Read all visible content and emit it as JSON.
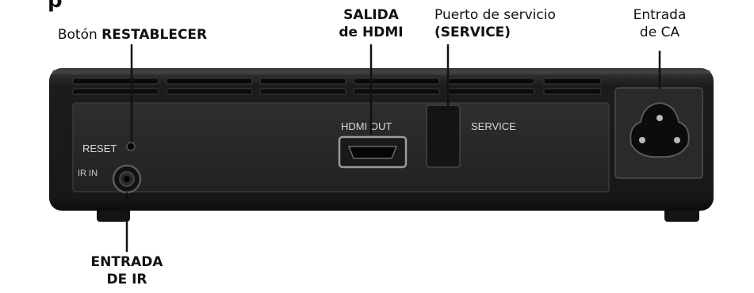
{
  "title_fragment": "p",
  "callouts": {
    "reset": {
      "prefix": "Botón ",
      "bold": "RESTABLECER"
    },
    "hdmi": {
      "line1": "SALIDA",
      "line2": "de HDMI"
    },
    "service": {
      "line1": "Puerto de servicio",
      "line2": "(SERVICE)"
    },
    "ac": {
      "line1": "Entrada",
      "line2": "de CA"
    },
    "ir": {
      "line1": "ENTRADA",
      "line2": "DE IR"
    }
  },
  "panel_labels": {
    "reset": "RESET",
    "ir_in": "IR IN",
    "hdmi_out": "HDMI OUT",
    "service": "SERVICE"
  },
  "colors": {
    "device_body": "#1e1e1e",
    "device_top": "#2b2b2b",
    "panel": "#262626",
    "leader_line": "#111111"
  }
}
